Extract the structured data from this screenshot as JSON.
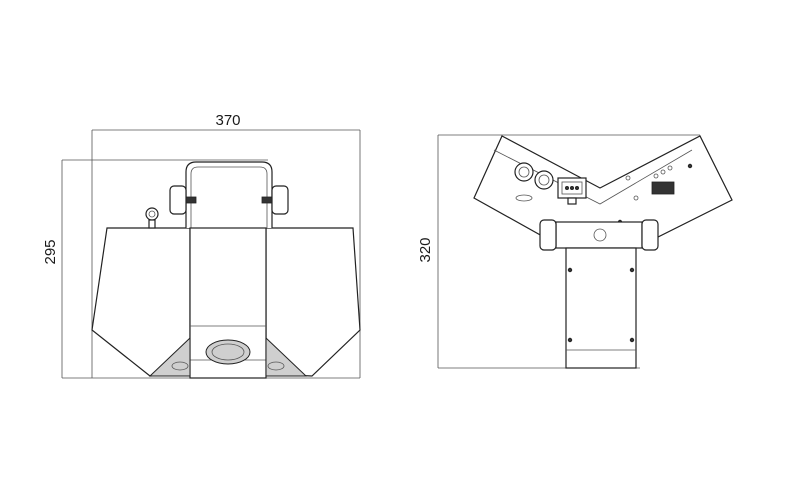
{
  "dimensions": {
    "width": "370",
    "height_front": "295",
    "height_side": "320"
  }
}
